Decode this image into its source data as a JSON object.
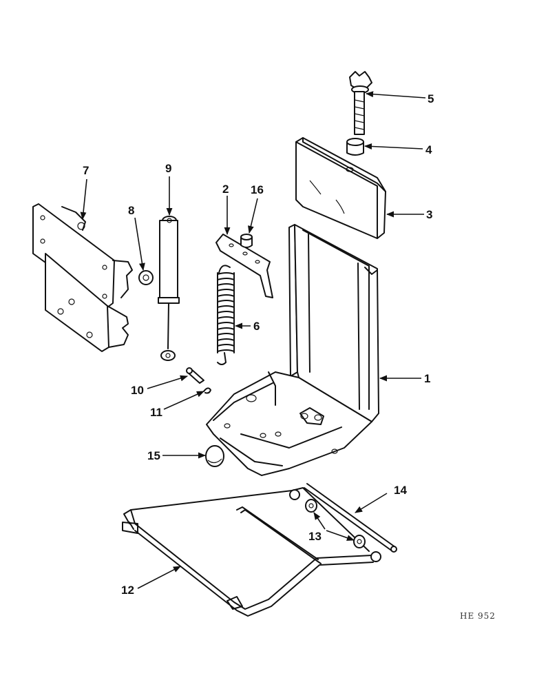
{
  "callouts": {
    "c1": "1",
    "c2": "2",
    "c3": "3",
    "c4": "4",
    "c5": "5",
    "c6": "6",
    "c7": "7",
    "c8": "8",
    "c9": "9",
    "c10": "10",
    "c11": "11",
    "c12": "12",
    "c13": "13",
    "c14": "14",
    "c15": "15",
    "c16": "16"
  },
  "reference": "HE 952"
}
